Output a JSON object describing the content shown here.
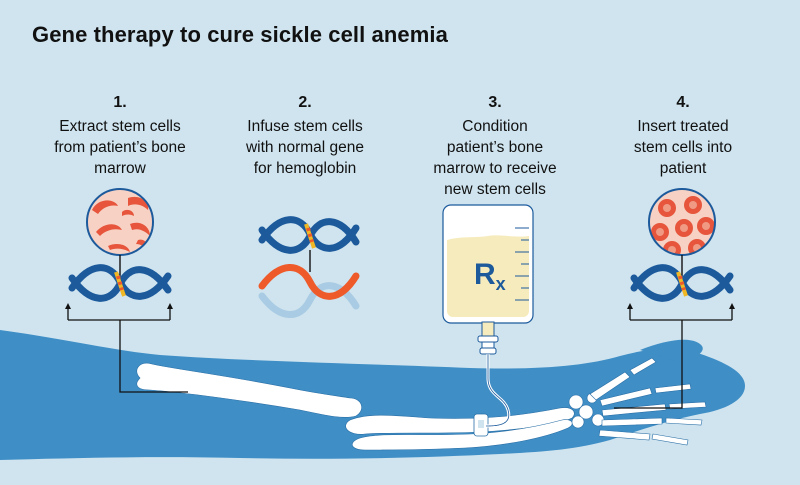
{
  "title": "Gene therapy to cure sickle cell anemia",
  "steps": [
    {
      "number": "1.",
      "text": "Extract stem cells\nfrom patient’s bone\nmarrow"
    },
    {
      "number": "2.",
      "text": "Infuse stem cells\nwith normal gene\nfor hemoglobin"
    },
    {
      "number": "3.",
      "text": "Condition\npatient’s bone\nmarrow to receive\nnew stem cells"
    },
    {
      "number": "4.",
      "text": "Insert treated\nstem cells into\npatient"
    }
  ],
  "iv_bag_label": {
    "main": "R",
    "sub": "x"
  },
  "colors": {
    "background": "#cfe4ef",
    "arm": "#3f8ec6",
    "bone": "#ffffff",
    "dna_blue": "#1c5a9c",
    "dna_light": "#a9cbe3",
    "dna_orange": "#ee5a2a",
    "gene_marker": "#f0b825",
    "sickle_cell": "#e6553c",
    "cell_bg": "#f7d2c4",
    "iv_fluid": "#f6ebbd"
  }
}
